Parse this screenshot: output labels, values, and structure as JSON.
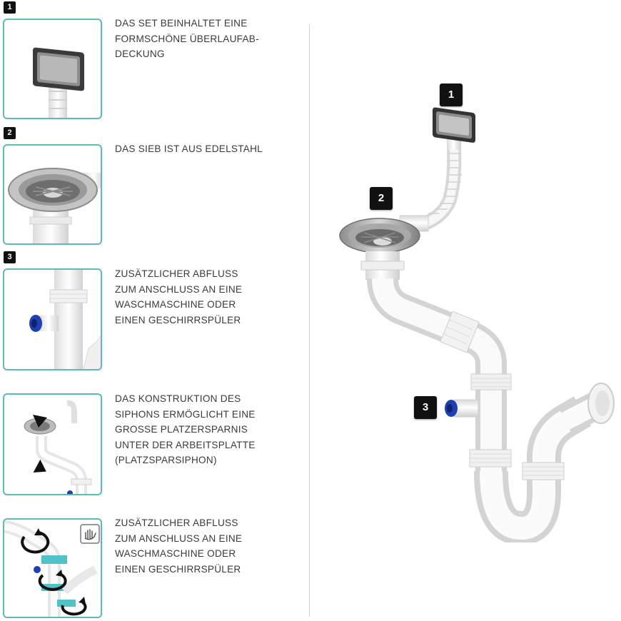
{
  "features": [
    {
      "number": "1",
      "text": "DAS SET BEINHALTET EINE\nFORMSCHÖNE ÜBERLAUFAB-\nDECKUNG"
    },
    {
      "number": "2",
      "text": "DAS SIEB IST AUS EDELSTAHL"
    },
    {
      "number": "3",
      "text": "ZUSÄTZLICHER ABFLUSS\nZUM  ANSCHLUSS AN EINE\nWASCHMASCHINE ODER\nEINEN GESCHIRRSPÜLER"
    },
    {
      "number": "",
      "text": "DAS KONSTRUKTION DES\nSIPHONS ERMÖGLICHT EINE\nGROSSE PLATZERSPARNIS\nUNTER DER ARBEITSPLATTE\n(PLATZSPARSIPHON)"
    },
    {
      "number": "",
      "text": "ZUSÄTZLICHER ABFLUSS\nZUM  ANSCHLUSS AN EINE\nWASCHMASCHINE ODER\nEINEN GESCHIRRSPÜLER"
    }
  ],
  "diagram_labels": {
    "overflow": "1",
    "strainer": "2",
    "side_outlet": "3"
  },
  "colors": {
    "accent_border": "#5fb9b5",
    "badge": "#111111",
    "pipe": "#f4f4f4",
    "pipe_shadow": "#d6d6d6",
    "metal": "#a9a9a9",
    "outlet_blue": "#1f3fb5",
    "ring_teal": "#4fc3c8"
  },
  "icons": [
    "overflow-cover-icon",
    "strainer-icon",
    "side-outlet-icon",
    "space-saving-icon",
    "assembly-arrows-icon",
    "hand-tool-icon"
  ]
}
